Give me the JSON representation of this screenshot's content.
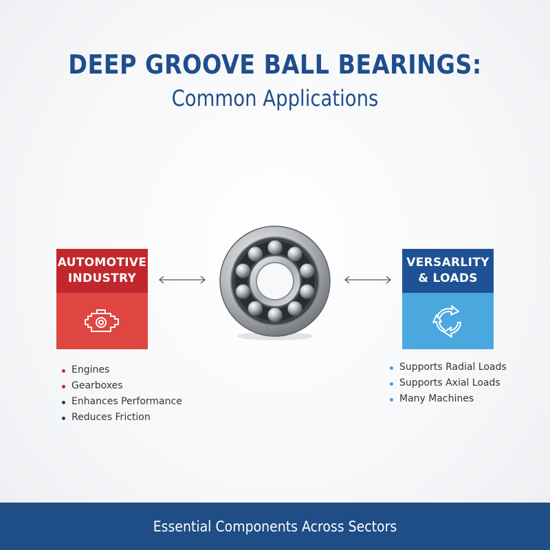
{
  "header": {
    "title": "DEEP GROOVE BALL BEARINGS:",
    "subtitle": "Common Applications"
  },
  "left_card": {
    "title_line1": "AUTOMOTIVE",
    "title_line2": "INDUSTRY",
    "icon": "engine-icon",
    "color_header": "#c0282d",
    "color_body": "#df4641",
    "items": [
      {
        "label": "Engines",
        "bullet_color": "#c0282d"
      },
      {
        "label": "Gearboxes",
        "bullet_color": "#c0282d"
      },
      {
        "label": "Enhances Performance",
        "bullet_color": "#1f3f6b"
      },
      {
        "label": "Reduces Friction",
        "bullet_color": "#1f3f6b"
      }
    ]
  },
  "right_card": {
    "title_line1": "VERSARLITY",
    "title_line2": "& LOADS",
    "icon": "cycle-arrows-icon",
    "color_header": "#1f5294",
    "color_body": "#4ba8de",
    "items": [
      {
        "label": "Supports Radial Loads",
        "bullet_color": "#3fa0d8"
      },
      {
        "label": "Supports Axial Loads",
        "bullet_color": "#3fa0d8"
      },
      {
        "label": "Many Machines",
        "bullet_color": "#3fa0d8"
      }
    ]
  },
  "center": {
    "icon": "ball-bearing-icon",
    "connector_icon": "double-arrow-icon"
  },
  "footer": {
    "text": "Essential Components Across Sectors",
    "color": "#1f4d85"
  }
}
